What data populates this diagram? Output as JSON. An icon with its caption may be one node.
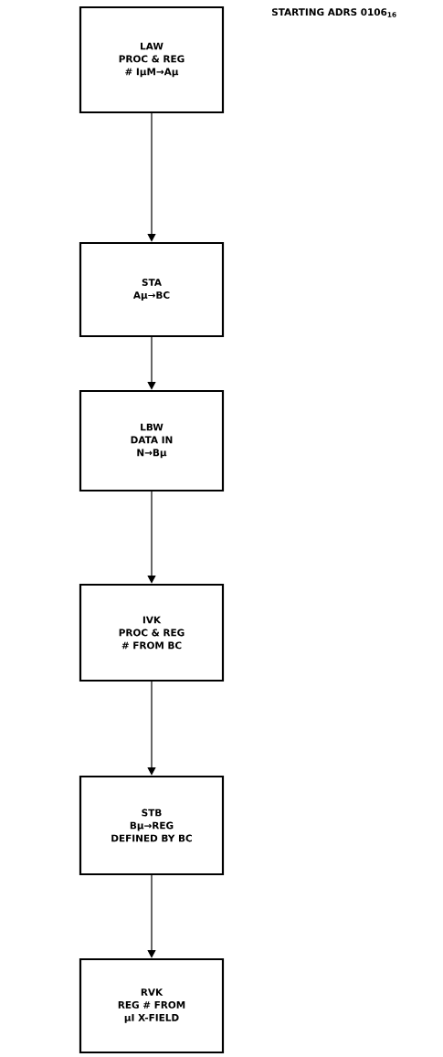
{
  "diagram": {
    "nodes": [
      {
        "text": [
          "LAW",
          "PROC & REG",
          "# IμM→Aμ"
        ]
      },
      {
        "text": [
          "STA",
          "Aμ→BC"
        ]
      },
      {
        "text": [
          "LBW",
          "DATA IN",
          "N→Bμ"
        ]
      },
      {
        "text": [
          "IVK",
          "PROC & REG",
          "# FROM BC"
        ]
      },
      {
        "text": [
          "STB",
          "Bμ→REG",
          "DEFINED BY BC"
        ]
      },
      {
        "text": [
          "RVK",
          "REG # FROM",
          "μI X-FIELD"
        ]
      }
    ],
    "edges": [
      {
        "from": 0,
        "to": 1,
        "arrow": "to"
      },
      {
        "from": 1,
        "to": 2,
        "arrow": "to"
      },
      {
        "from": 2,
        "to": 3,
        "arrow": "to"
      },
      {
        "from": 3,
        "to": 4,
        "arrow": "to"
      },
      {
        "from": 4,
        "to": 5,
        "arrow": "to"
      }
    ],
    "labels": [
      "STARTING ADRS 0106$_{16}$"
    ]
  }
}
